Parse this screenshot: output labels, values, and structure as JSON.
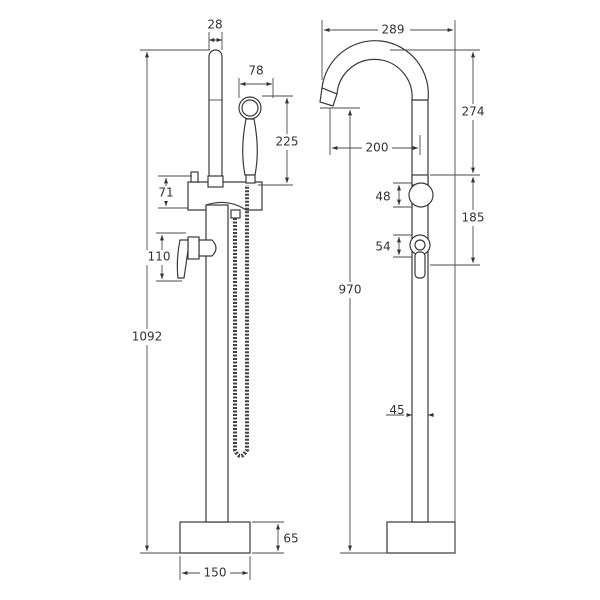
{
  "dimensions": {
    "side_view": {
      "overall_height": "1092",
      "rail_width": "28",
      "handshower_width": "78",
      "handshower_length": "225",
      "diverter_height": "71",
      "mixer_height": "110",
      "base_height": "65",
      "base_width": "150"
    },
    "front_view": {
      "overall_width": "289",
      "spout_height": "274",
      "spout_reach": "200",
      "spout_outlet_height": "970",
      "knob_diameter": "48",
      "mixer_diameter": "54",
      "control_spacing": "185",
      "column_diameter": "45"
    }
  }
}
